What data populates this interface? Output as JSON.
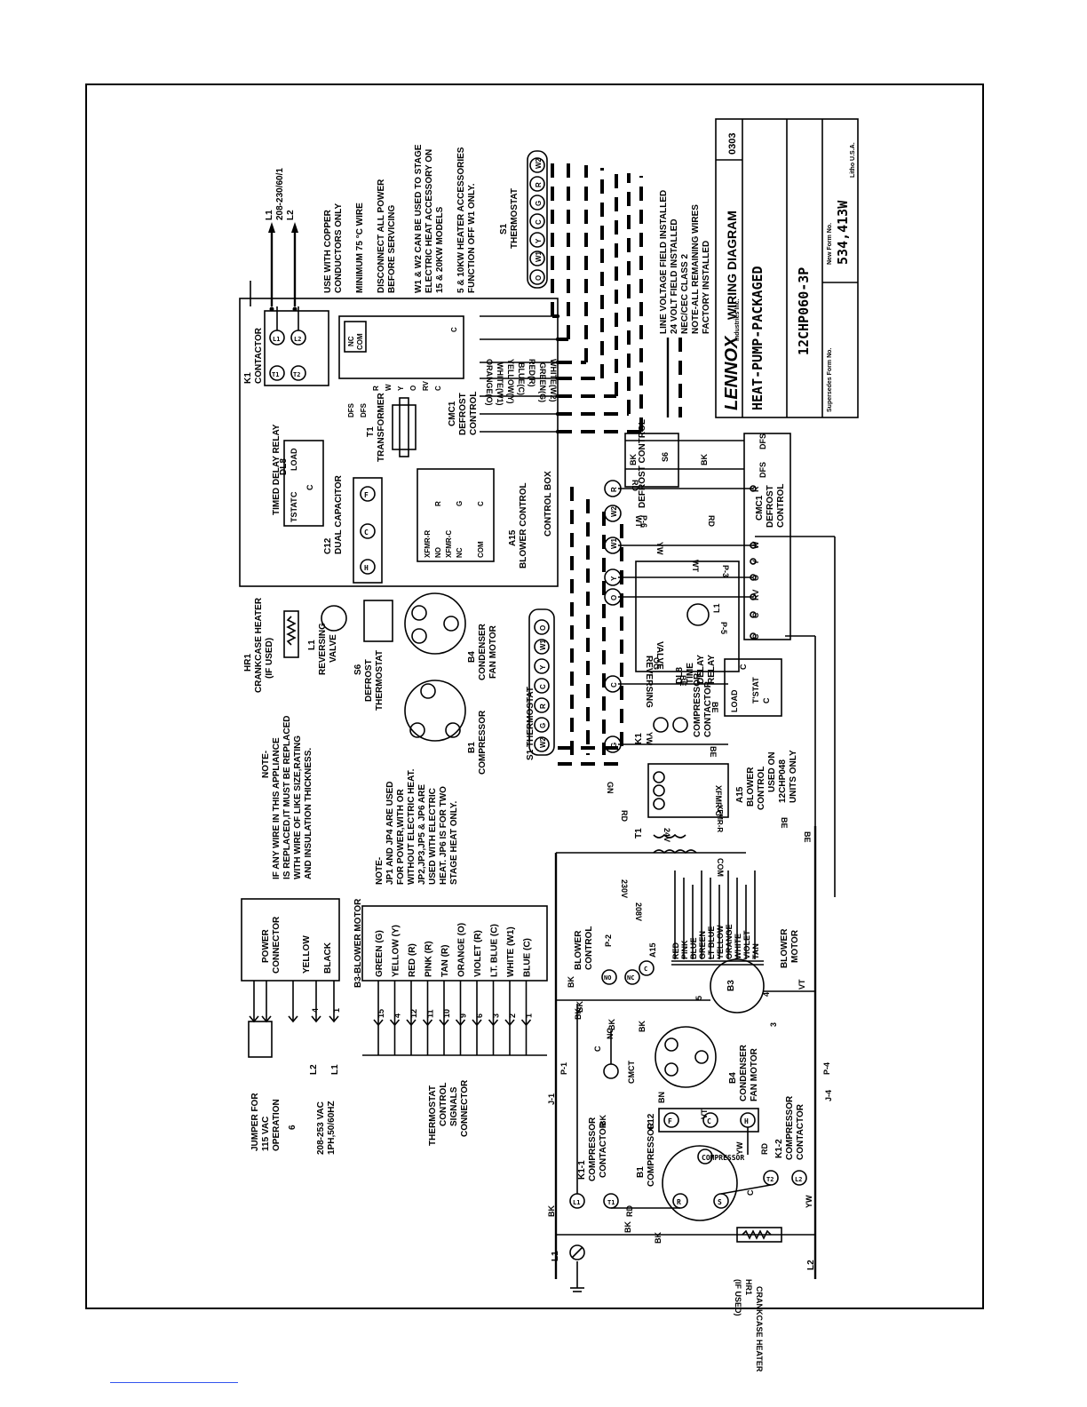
{
  "title_block": {
    "brand": "LENNOX",
    "brand_sub": "Industries Inc.",
    "diagram_type": "WIRING DIAGRAM",
    "code": "0303",
    "title": "HEAT-PUMP-PACKAGED",
    "model": "12CHP060-3P",
    "superseded_label": "Supersedes Form No.",
    "new_form_label": "New Form No.",
    "form_no": "534,413W",
    "litho": "Litho U.S.A."
  },
  "legend": [
    "LINE VOLTAGE FIELD INSTALLED",
    "24 VOLT FIELD INSTALLED",
    "NEC/CEC CLASS 2",
    "NOTE-ALL REMAINING WIRES",
    "FACTORY INSTALLED"
  ],
  "top_notes": {
    "supply": [
      "L1",
      "208-230/60/1",
      "L2"
    ],
    "lines": [
      "USE WITH COPPER",
      "CONDUCTORS ONLY",
      "MINIMUM 75 °C WIRE",
      "DISCONNECT ALL POWER",
      "BEFORE SERVICING",
      "W1 & W2 CAN BE USED TO STAGE",
      "ELECTRIC HEAT ACCESSORY ON",
      "15 & 20KW MODELS",
      "5 & 10KW HEATER ACCESSORIES",
      "FUNCTION OFF W1 ONLY."
    ]
  },
  "thermostat_top": {
    "label": [
      "S1",
      "THERMOSTAT"
    ],
    "terminals": [
      "O",
      "W1",
      "Y",
      "C",
      "G",
      "R",
      "W2"
    ]
  },
  "control_box": {
    "title": "CONTROL BOX",
    "k1": [
      "K1",
      "CONTACTOR"
    ],
    "k1_terms": [
      "T1",
      "L1",
      "T2",
      "L2"
    ],
    "dl8": [
      "DL8",
      "TIMED DELAY RELAY"
    ],
    "dl8_terms": [
      "TSTAT",
      "C",
      "LOAD",
      "C"
    ],
    "c12": [
      "C12",
      "DUAL CAPACITOR"
    ],
    "c12_terms": [
      "H",
      "C",
      "F"
    ],
    "t1": [
      "T1",
      "TRANSFORMER"
    ],
    "a15": [
      "A15",
      "BLOWER CONTROL"
    ],
    "a15_terms": [
      "XFMR-R",
      "NO",
      "R",
      "XFMR-C",
      "NC",
      "G",
      "COM",
      "C"
    ],
    "cmc1": [
      "CMC1",
      "DEFROST",
      "CONTROL"
    ],
    "cmc1_terms": [
      "DFS",
      "DFS",
      "R",
      "W",
      "Y",
      "O",
      "RV",
      "C"
    ],
    "cmc1_relay": [
      "NC",
      "COM",
      "C"
    ],
    "wires": [
      "ORANGE(O)",
      "WHITE(W1)",
      "YELLOW(Y)",
      "BLUE(C)",
      "RED(R)",
      "GREEN(G)",
      "WHITE(W2)"
    ]
  },
  "components": {
    "hr1": [
      "HR1",
      "CRANKCASE HEATER",
      "(IF USED)"
    ],
    "l1": [
      "L1",
      "REVERSING",
      "VALVE"
    ],
    "s6": [
      "S6",
      "DEFROST",
      "THERMOSTAT"
    ],
    "b4": [
      "B4",
      "CONDENSER",
      "FAN MOTOR"
    ],
    "b1": [
      "B1",
      "COMPRESSOR"
    ],
    "s1": [
      "S1 THERMOSTAT"
    ],
    "s1_terms": [
      "W2",
      "G",
      "R",
      "C",
      "Y",
      "W1",
      "O"
    ]
  },
  "schematic": {
    "defrost": [
      "DEFROST CONTROL",
      "S6",
      "BK",
      "BK",
      "DFS",
      "DFS"
    ],
    "cmc1": [
      "CMC1",
      "DEFROST",
      "CONTROL"
    ],
    "cmc1_terms": [
      "R",
      "W",
      "Y",
      "O",
      "RV",
      "C",
      "C"
    ],
    "nodes": [
      "R",
      "W2",
      "W1",
      "Y",
      "O",
      "C",
      "G"
    ],
    "wire_codes": [
      "RD",
      "RD",
      "WT",
      "WT",
      "YW",
      "OG",
      "BE",
      "YW",
      "BE",
      "BE",
      "GN",
      "RD",
      "BE",
      "BE"
    ],
    "plugs": [
      "P-6",
      "P-3",
      "P-5"
    ],
    "rev_valve": [
      "REVERSING",
      "VALVE",
      "L1"
    ],
    "dl8": [
      "DL8",
      "TIME",
      "DELAY",
      "RELAY"
    ],
    "dl8_terms": [
      "LOAD",
      "T'STAT",
      "C",
      "C"
    ],
    "k1": [
      "K1",
      "COMPRESSOR",
      "CONTACTOR"
    ],
    "a15": [
      "A15",
      "BLOWER",
      "CONTROL"
    ],
    "a15_terms": [
      "G",
      "R",
      "C",
      "XFMR-C",
      "XFMR-R"
    ],
    "a15_note": [
      "USED ON",
      "12CHP048",
      "UNITS ONLY"
    ],
    "t1": [
      "T1",
      "24V",
      "230V",
      "208V",
      "COM"
    ],
    "blower_colors": [
      "RED",
      "PINK",
      "BLUE",
      "GREEN",
      "LT BLUE",
      "YELLOW",
      "ORANGE",
      "WHITE",
      "VIOLET",
      "TAN"
    ],
    "blower_motor": [
      "BLOWER",
      "MOTOR",
      "B3"
    ],
    "blower_ctrl": [
      "BLOWER",
      "CONTROL",
      "A15",
      "P-2",
      "NO",
      "NC",
      "C",
      "BK",
      "BK",
      "BK"
    ],
    "b3_pins": [
      "5",
      "4",
      "3",
      "VT"
    ],
    "cmct": [
      "C",
      "NC",
      "CMCT",
      "BK"
    ],
    "b4": [
      "B4",
      "CONDENSER",
      "FAN MOTOR",
      "BN",
      "VT"
    ],
    "c12": [
      "C12",
      "F",
      "C",
      "H",
      "YW",
      "RD"
    ],
    "b1": [
      "B1",
      "COMPRESSOR",
      "S",
      "R",
      "C",
      "RD",
      "BK"
    ],
    "k1_1": [
      "K1-1",
      "COMPRESSOR",
      "CONTACTOR",
      "L1",
      "T1"
    ],
    "k1_2": [
      "K1-2",
      "COMPRESSOR",
      "CONTACTOR",
      "T2",
      "L2"
    ],
    "plugs_main": [
      "P-1",
      "J-1",
      "P-4",
      "J-4"
    ],
    "hr1": [
      "HR1",
      "CRANKCASE HEATER",
      "(IF USED)"
    ],
    "lines": [
      "L1",
      "L2",
      "BK",
      "BK",
      "BK",
      "BK",
      "YW",
      "BK"
    ]
  },
  "left_notes": {
    "note1": [
      "NOTE-",
      "IF ANY WIRE IN THIS APPLIANCE",
      "IS REPLACED,IT MUST BE REPLACED",
      "WITH WIRE OF LIKE SIZE,RATING",
      "AND INSULATION THICKNESS."
    ],
    "note2": [
      "NOTE-",
      "JP1 AND JP4 ARE USED",
      "FOR POWER,WITH OR",
      "WITHOUT ELECTRIC HEAT.",
      "JP2,JP3,JP5 & JP6 ARE",
      "USED WITH ELECTRIC",
      "HEAT. JP6 IS FOR TWO",
      "STAGE HEAT ONLY."
    ],
    "power_connector": [
      "POWER",
      "CONNECTOR",
      "YELLOW",
      "BLACK"
    ],
    "jumper": [
      "JUMPER FOR",
      "115 VAC",
      "OPERATION"
    ],
    "power_pins": [
      "6",
      "L2",
      "4",
      "L1",
      "1"
    ],
    "supply": [
      "208-253 VAC",
      "1PH,50/60HZ"
    ],
    "b3_title": "B3-BLOWER MOTOR",
    "b3_rows": [
      {
        "color": "GREEN (G)",
        "pin": "15"
      },
      {
        "color": "YELLOW (Y)",
        "pin": "4"
      },
      {
        "color": "RED (R)",
        "pin": "12"
      },
      {
        "color": "PINK (R)",
        "pin": "11"
      },
      {
        "color": "TAN (R)",
        "pin": "10"
      },
      {
        "color": "ORANGE (O)",
        "pin": "9"
      },
      {
        "color": "VIOLET (R)",
        "pin": "6"
      },
      {
        "color": "LT. BLUE (C)",
        "pin": "3"
      },
      {
        "color": "WHITE (W1)",
        "pin": "2"
      },
      {
        "color": "BLUE (C)",
        "pin": "1"
      }
    ],
    "tstat_conn": [
      "THERMOSTAT",
      "CONTROL",
      "SIGNALS",
      "CONNECTOR"
    ]
  }
}
